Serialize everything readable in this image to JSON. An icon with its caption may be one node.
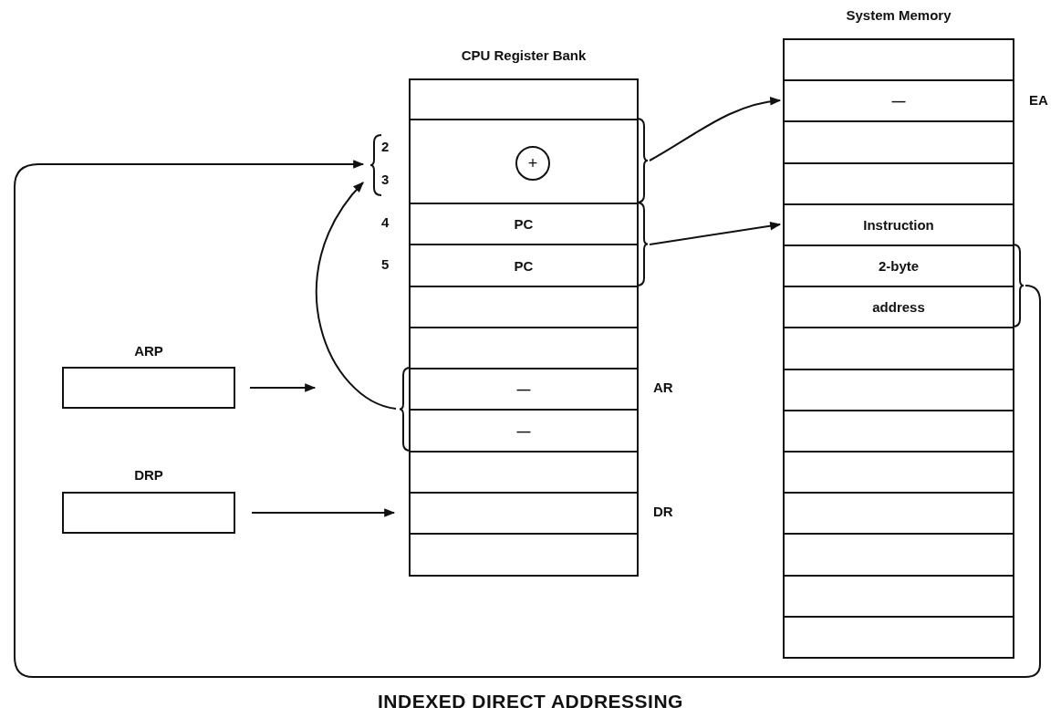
{
  "diagram": {
    "caption": "INDEXED DIRECT ADDRESSING",
    "nodes": [
      {
        "text": [
          "CPU Register Bank"
        ]
      },
      {
        "text": [],
        "shape": "box",
        "in": 0
      },
      {
        "text": [],
        "shape": "box",
        "in": 0,
        "beside": [
          "2",
          "3"
        ]
      },
      {
        "text": [
          "+"
        ],
        "in": 2
      },
      {
        "text": [
          "PC"
        ],
        "in": 0,
        "beside": [
          "4"
        ]
      },
      {
        "text": [
          "PC"
        ],
        "in": 0,
        "beside": [
          "5"
        ]
      },
      {
        "text": [],
        "shape": "box",
        "in": 0
      },
      {
        "text": [],
        "shape": "box",
        "in": 0
      },
      {
        "text": [
          "—"
        ],
        "in": 0,
        "beside": [
          "AR"
        ]
      },
      {
        "text": [
          "—"
        ],
        "in": 0
      },
      {
        "text": [],
        "shape": "box",
        "in": 0
      },
      {
        "text": [],
        "shape": "box",
        "in": 0,
        "beside": [
          "DR"
        ]
      },
      {
        "text": [],
        "shape": "box",
        "in": 0
      },
      {
        "text": [
          "System Memory"
        ]
      },
      {
        "text": [],
        "shape": "box",
        "in": 13
      },
      {
        "text": [
          "—"
        ],
        "in": 13,
        "beside": [
          "EA"
        ]
      },
      {
        "text": [],
        "shape": "box",
        "in": 13
      },
      {
        "text": [],
        "shape": "box",
        "in": 13
      },
      {
        "text": [
          "Instruction"
        ],
        "in": 13
      },
      {
        "text": [
          "2-byte"
        ],
        "in": 13
      },
      {
        "text": [
          "address"
        ],
        "in": 13
      },
      {
        "text": [],
        "shape": "box",
        "in": 13
      },
      {
        "text": [],
        "shape": "box",
        "in": 13
      },
      {
        "text": [],
        "shape": "box",
        "in": 13
      },
      {
        "text": [],
        "shape": "box",
        "in": 13
      },
      {
        "text": [],
        "shape": "box",
        "in": 13
      },
      {
        "text": [],
        "shape": "box",
        "in": 13
      },
      {
        "text": [],
        "shape": "box",
        "in": 13
      },
      {
        "text": [],
        "shape": "box",
        "in": 13
      },
      {
        "text": [
          "ARP"
        ]
      },
      {
        "text": [
          "DRP"
        ]
      }
    ],
    "edges": [
      {
        "from": 29,
        "to": null,
        "arrow": "to"
      },
      {
        "from": 30,
        "to": 11,
        "arrow": "to"
      },
      {
        "from": 8,
        "to": 2,
        "arrow": "to"
      },
      {
        "from": 9,
        "to": 2,
        "arrow": "to"
      },
      {
        "from": 2,
        "to": 15,
        "arrow": "to"
      },
      {
        "from": 4,
        "to": 18,
        "arrow": "to"
      },
      {
        "from": 5,
        "to": 18,
        "arrow": "to"
      },
      {
        "from": 19,
        "to": 2,
        "arrow": "to"
      },
      {
        "from": 20,
        "to": 2,
        "arrow": "to"
      }
    ]
  }
}
